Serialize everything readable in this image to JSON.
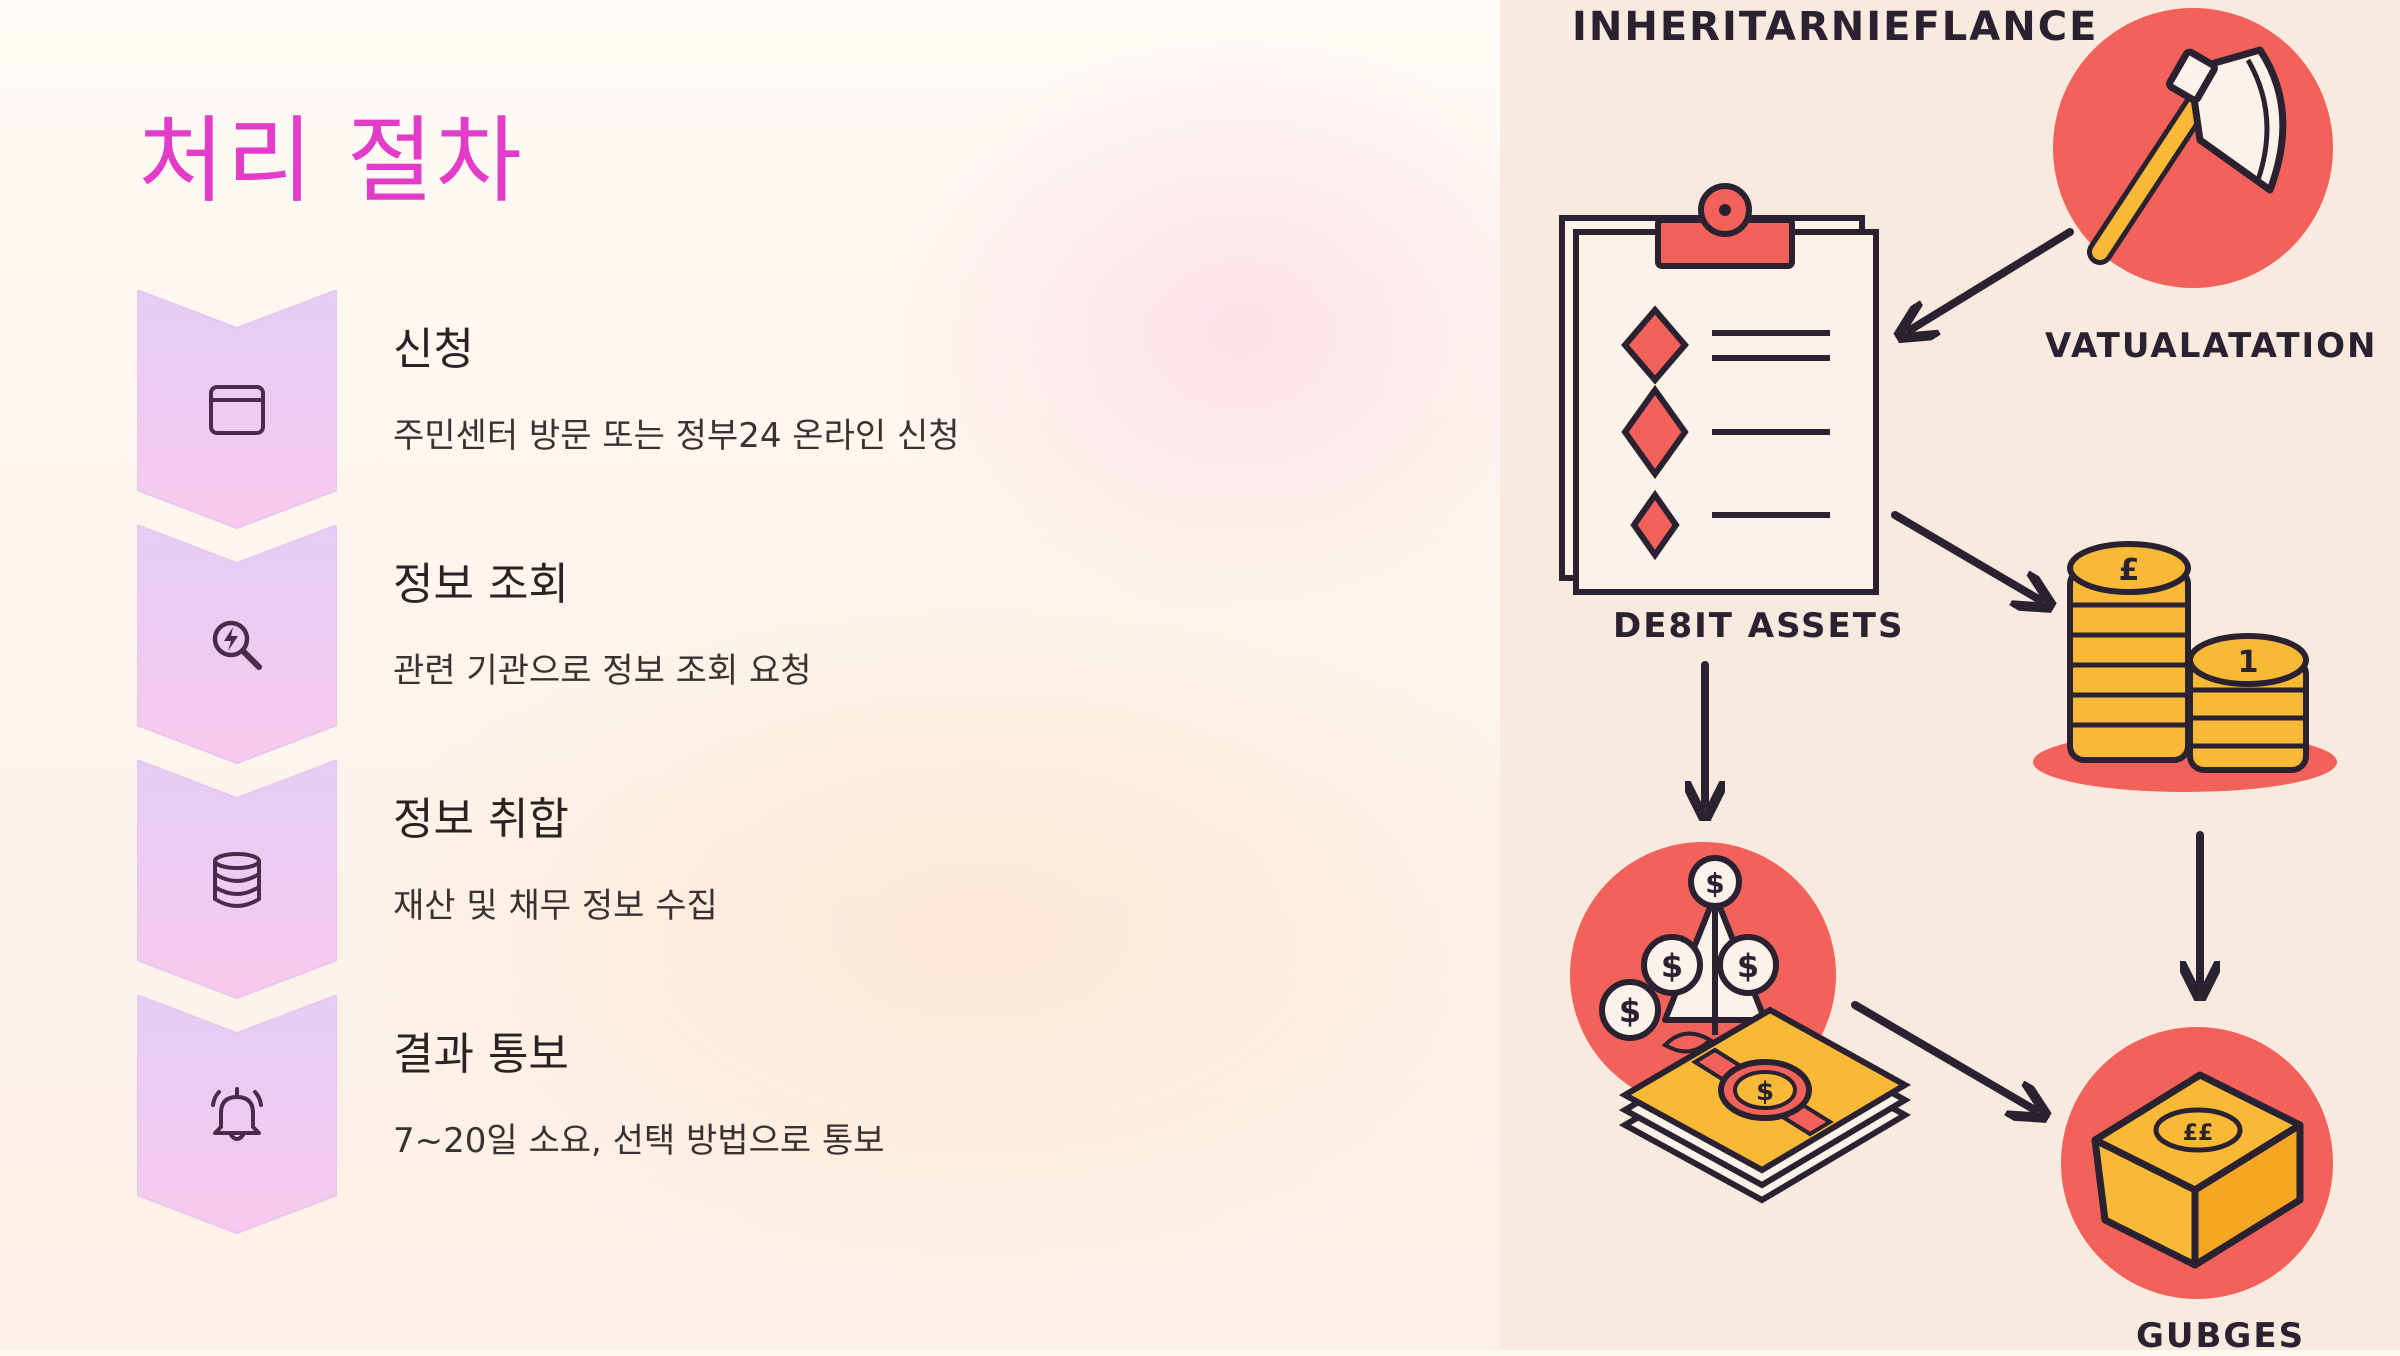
{
  "page": {
    "title": "처리 절차"
  },
  "steps": [
    {
      "title": "신청",
      "desc": "주민센터 방문 또는 정부24 온라인 신청",
      "icon": "browser-window-icon"
    },
    {
      "title": "정보 조회",
      "desc": "관련 기관으로 정보 조회 요청",
      "icon": "search-bolt-icon"
    },
    {
      "title": "정보 취합",
      "desc": "재산 및 채무 정보 수집",
      "icon": "database-icon"
    },
    {
      "title": "결과 통보",
      "desc": "7~20일 소요, 선택 방법으로 통보",
      "icon": "bell-icon"
    }
  ],
  "illustration": {
    "labels": {
      "top": "INHERITARNIEFLANCE",
      "valuation": "VATUALATATION",
      "debit": "DE8IT ASSETS",
      "gubges": "GUBGES"
    },
    "colors": {
      "coral": "#f2625a",
      "gold": "#f7b936",
      "outline": "#2a2230",
      "cream": "#fbf3ea"
    }
  },
  "colors": {
    "title": "#e23cc8",
    "chevron_top": "#e6cdf6",
    "chevron_bottom": "#f7c9ee",
    "icon_stroke": "#4a2c4a"
  }
}
